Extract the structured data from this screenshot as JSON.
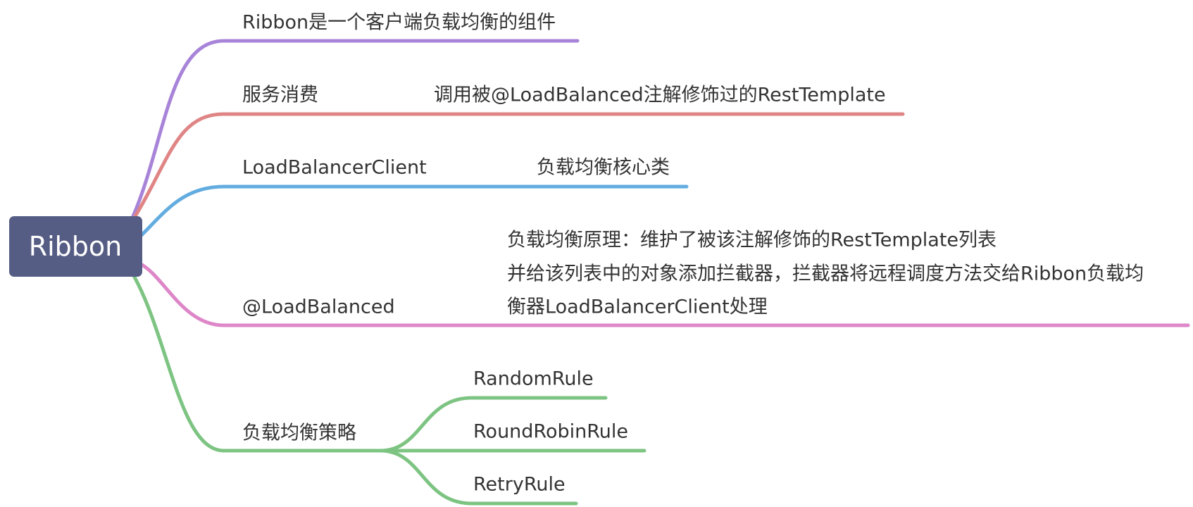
{
  "root": {
    "label": "Ribbon",
    "fill": "#565d84"
  },
  "branches": [
    {
      "label": "Ribbon是一个客户端负载均衡的组件",
      "color": "#a884d9"
    },
    {
      "label": "服务消费",
      "color": "#e08585",
      "detail": [
        "调用被@LoadBalanced注解修饰过的RestTemplate"
      ]
    },
    {
      "label": "LoadBalancerClient",
      "color": "#63ace0",
      "detail": [
        "负载均衡核心类"
      ]
    },
    {
      "label": "@LoadBalanced",
      "color": "#dd86c8",
      "detail": [
        "负载均衡原理：维护了被该注解修饰的RestTemplate列表",
        "并给该列表中的对象添加拦截器，拦截器将远程调度方法交给Ribbon负载均",
        "衡器LoadBalancerClient处理"
      ]
    },
    {
      "label": "负载均衡策略",
      "color": "#7dc482",
      "children": [
        "RandomRule",
        "RoundRobinRule",
        "RetryRule"
      ]
    }
  ]
}
